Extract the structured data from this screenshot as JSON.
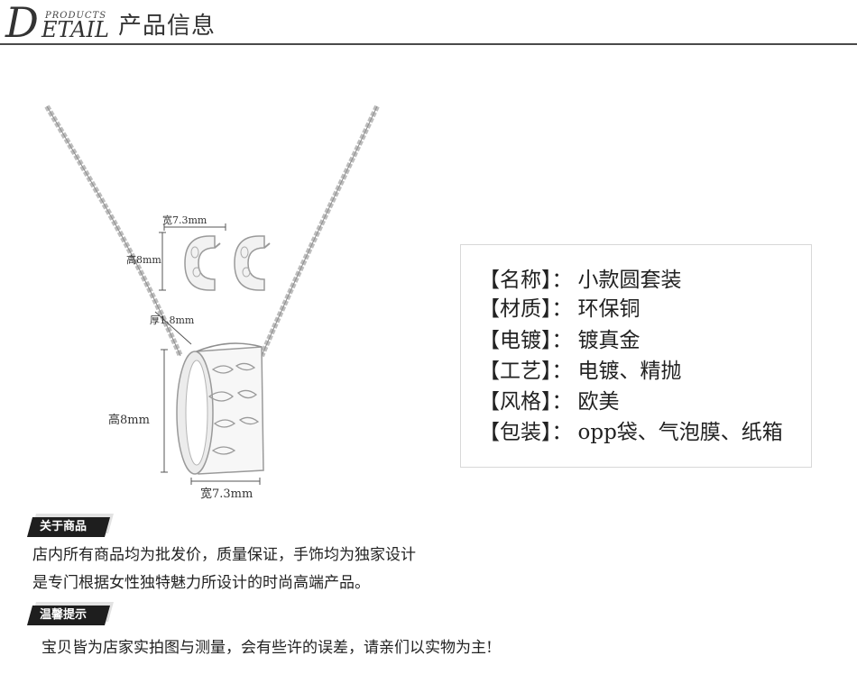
{
  "header": {
    "logo_initial": "D",
    "logo_sub": "PRODUCTS",
    "logo_rest": "ETAIL",
    "title": "产品信息"
  },
  "product_image": {
    "earring_width_label": "宽7.3mm",
    "earring_height_label": "高8mm",
    "pendant_thickness_label": "厚1.8mm",
    "pendant_height_label": "高8mm",
    "pendant_width_label": "宽7.3mm",
    "metal_color": "#c9c9c9"
  },
  "info": {
    "rows": [
      {
        "label": "【名称】：",
        "value": "小款圆套装"
      },
      {
        "label": "【材质】：",
        "value": "环保铜"
      },
      {
        "label": "【电镀】：",
        "value": "镀真金"
      },
      {
        "label": "【工艺】：",
        "value": "电镀、精抛"
      },
      {
        "label": "【风格】：",
        "value": "欧美"
      },
      {
        "label": "【包装】：",
        "value": "opp袋、气泡膜、纸箱"
      }
    ]
  },
  "about": {
    "badge": "关于商品",
    "line1": "店内所有商品均为批发价，质量保证，手饰均为独家设计",
    "line2": "是专门根据女性独特魅力所设计的时尚高端产品。"
  },
  "tips": {
    "badge": "温馨提示",
    "line1": "宝贝皆为店家实拍图与测量，会有些许的误差，请亲们以实物为主!"
  }
}
